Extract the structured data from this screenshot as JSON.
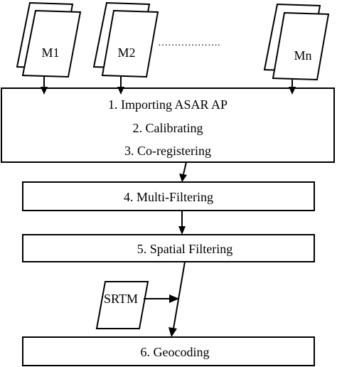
{
  "inputs": {
    "m1": "M1",
    "m2": "M2",
    "ellipsis": "……………….",
    "mn": "Mn"
  },
  "steps": {
    "step1_import": "1. Importing ASAR AP",
    "step2_calibrate": "2. Calibrating",
    "step3_coregister": "3. Co-registering",
    "step4_multifilter": "4. Multi-Filtering",
    "step5_spatial": "5. Spatial Filtering",
    "srtm": "SRTM",
    "step6_geocode": "6. Geocoding"
  }
}
